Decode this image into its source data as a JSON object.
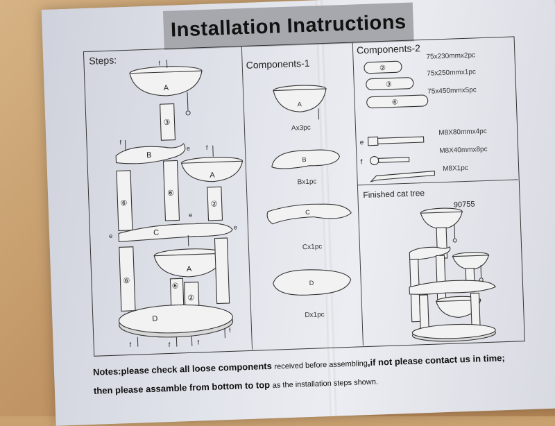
{
  "title": "Installation Inatructions",
  "steps": {
    "heading": "Steps:",
    "part_labels": [
      "A",
      "B",
      "A",
      "C",
      "A",
      "D"
    ],
    "post_marks": [
      "③",
      "⑥",
      "⑥",
      "②",
      "⑥",
      "⑥",
      "②"
    ],
    "screw_marks": [
      "f",
      "f",
      "e",
      "f",
      "e",
      "e",
      "e",
      "f",
      "f",
      "f",
      "f"
    ]
  },
  "components1": {
    "heading": "Components-1",
    "items": [
      {
        "letter": "A",
        "caption": "Ax3pc"
      },
      {
        "letter": "B",
        "caption": "Bx1pc"
      },
      {
        "letter": "C",
        "caption": "Cx1pc"
      },
      {
        "letter": "D",
        "caption": "Dx1pc"
      }
    ]
  },
  "components2": {
    "heading": "Components-2",
    "tubes": [
      {
        "mark": "②",
        "spec": "75x230mmx2pc"
      },
      {
        "mark": "③",
        "spec": "75x250mmx1pc"
      },
      {
        "mark": "⑥",
        "spec": "75x450mmx5pc"
      }
    ],
    "hardware": [
      {
        "mark": "e",
        "spec": "M8X80mmx4pc"
      },
      {
        "mark": "f",
        "spec": "M8X40mmx8pc"
      },
      {
        "mark": "",
        "spec": "M8X1pc"
      }
    ]
  },
  "finished": {
    "heading": "Finished cat tree",
    "model": "90755"
  },
  "notes": {
    "line1_a": "Notes:please check all loose components ",
    "line1_b": "received before assembling",
    "line1_c": ",if not please contact us in time;",
    "line2_a": "then please assamble from bottom to top ",
    "line2_b": "as the installation steps shown."
  }
}
